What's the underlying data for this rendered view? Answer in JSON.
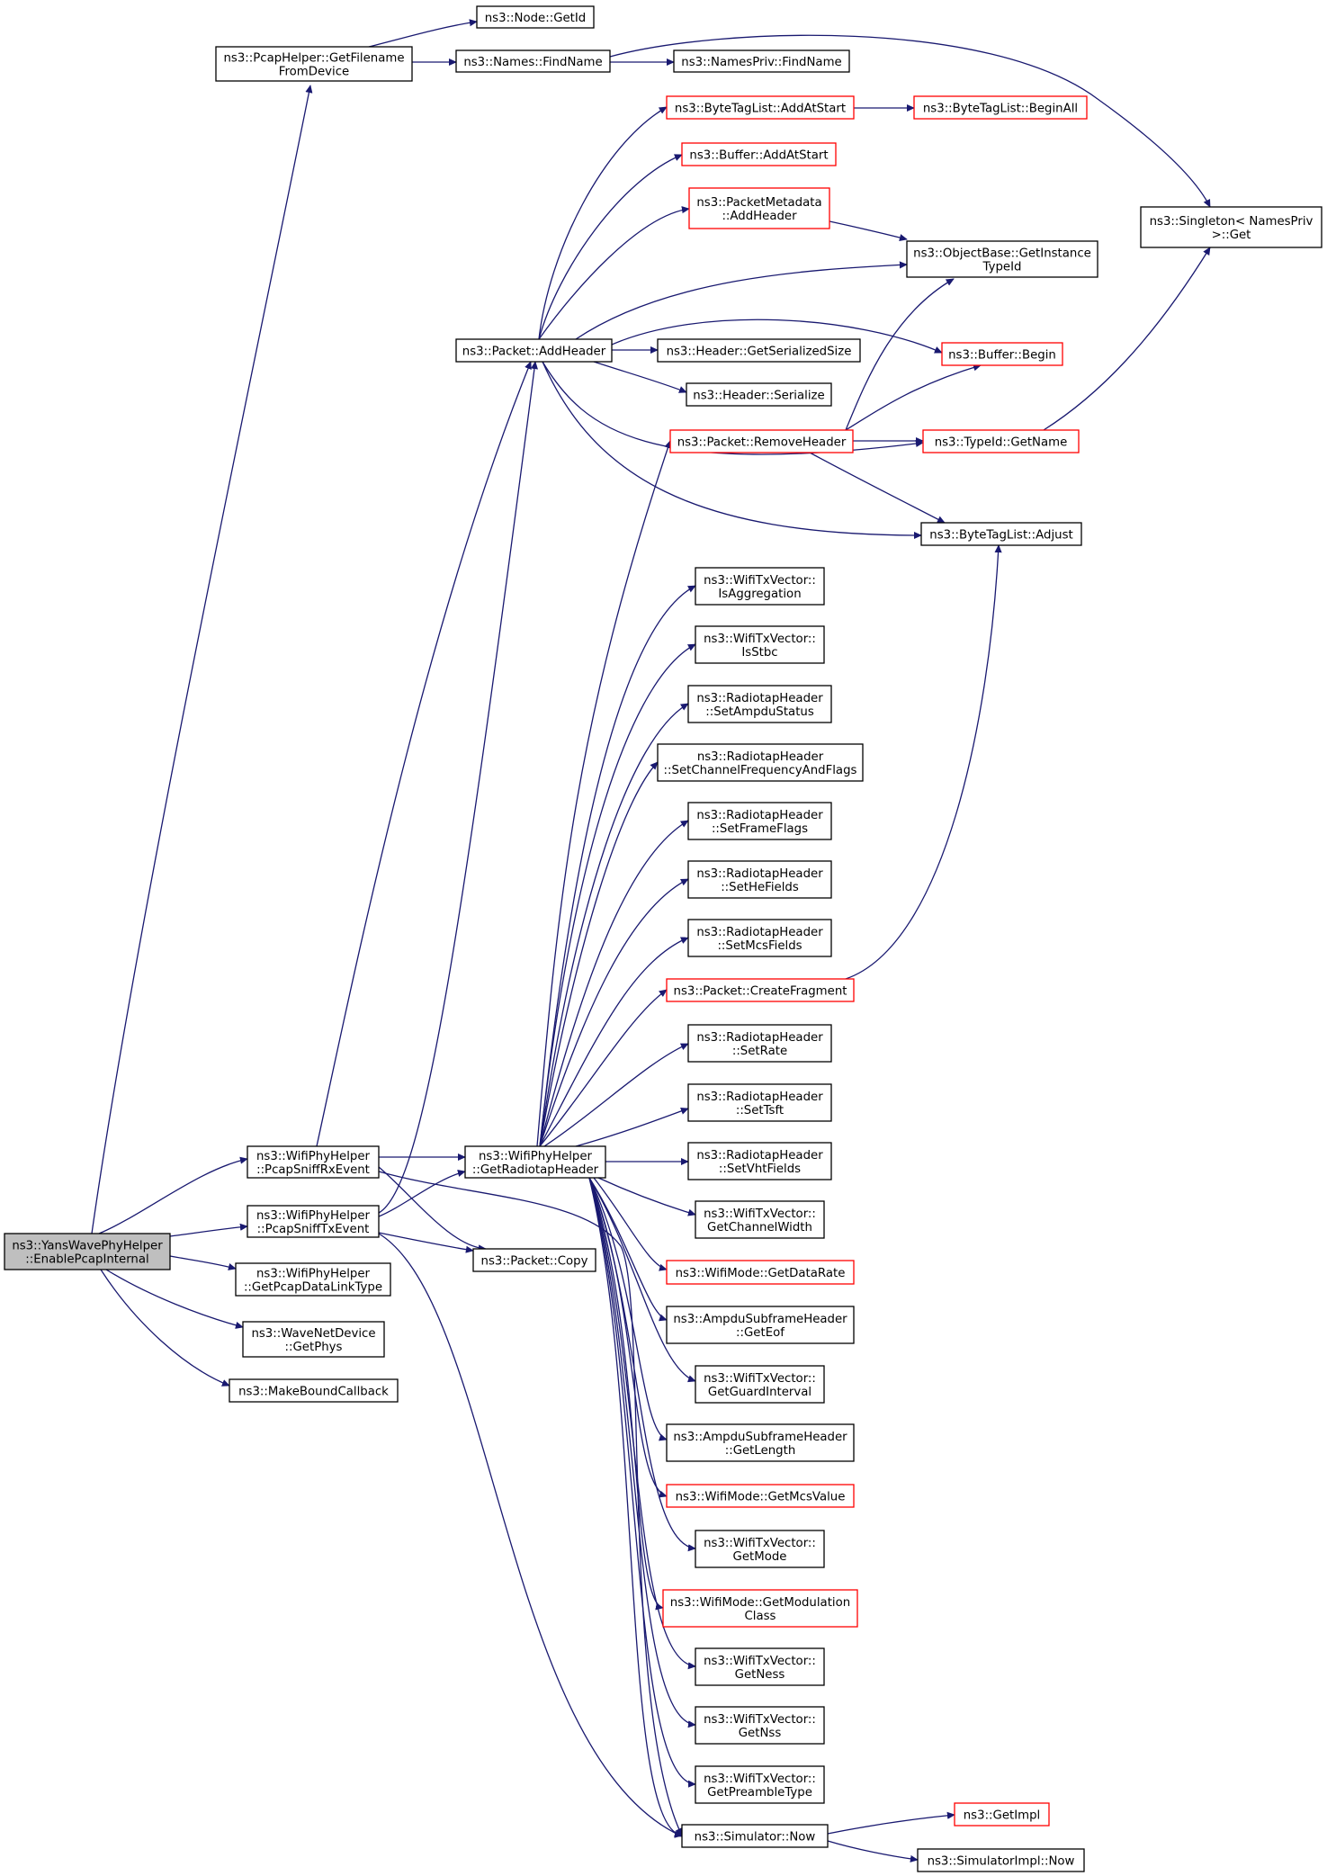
{
  "diagram": {
    "nodes": [
      {
        "id": "root",
        "lines": [
          "ns3::YansWavePhyHelper",
          "::EnablePcapInternal"
        ],
        "highlight": true
      },
      {
        "id": "getfilename",
        "lines": [
          "ns3::PcapHelper::GetFilename",
          "FromDevice"
        ]
      },
      {
        "id": "getid",
        "lines": [
          "ns3::Node::GetId"
        ]
      },
      {
        "id": "namesfind",
        "lines": [
          "ns3::Names::FindName"
        ]
      },
      {
        "id": "namesprivfind",
        "lines": [
          "ns3::NamesPriv::FindName"
        ]
      },
      {
        "id": "singletonget",
        "lines": [
          "ns3::Singleton< NamesPriv",
          ">::Get"
        ]
      },
      {
        "id": "btl_addatstart",
        "lines": [
          "ns3::ByteTagList::AddAtStart"
        ],
        "red": true
      },
      {
        "id": "btl_beginall",
        "lines": [
          "ns3::ByteTagList::BeginAll"
        ],
        "red": true
      },
      {
        "id": "buf_addatstart",
        "lines": [
          "ns3::Buffer::AddAtStart"
        ],
        "red": true
      },
      {
        "id": "pm_addheader",
        "lines": [
          "ns3::PacketMetadata",
          "::AddHeader"
        ],
        "red": true
      },
      {
        "id": "getinstancetypeid",
        "lines": [
          "ns3::ObjectBase::GetInstance",
          "TypeId"
        ]
      },
      {
        "id": "pkt_addheader",
        "lines": [
          "ns3::Packet::AddHeader"
        ]
      },
      {
        "id": "getserializedsize",
        "lines": [
          "ns3::Header::GetSerializedSize"
        ]
      },
      {
        "id": "buf_begin",
        "lines": [
          "ns3::Buffer::Begin"
        ],
        "red": true
      },
      {
        "id": "hdr_serialize",
        "lines": [
          "ns3::Header::Serialize"
        ]
      },
      {
        "id": "removeheader",
        "lines": [
          "ns3::Packet::RemoveHeader"
        ],
        "red": true
      },
      {
        "id": "typeid_getname",
        "lines": [
          "ns3::TypeId::GetName"
        ],
        "red": true
      },
      {
        "id": "btl_adjust",
        "lines": [
          "ns3::ByteTagList::Adjust"
        ]
      },
      {
        "id": "isaggregation",
        "lines": [
          "ns3::WifiTxVector::",
          "IsAggregation"
        ]
      },
      {
        "id": "isstbc",
        "lines": [
          "ns3::WifiTxVector::",
          "IsStbc"
        ]
      },
      {
        "id": "setampdustatus",
        "lines": [
          "ns3::RadiotapHeader",
          "::SetAmpduStatus"
        ]
      },
      {
        "id": "setchannelfreq",
        "lines": [
          "ns3::RadiotapHeader",
          "::SetChannelFrequencyAndFlags"
        ]
      },
      {
        "id": "setframeflags",
        "lines": [
          "ns3::RadiotapHeader",
          "::SetFrameFlags"
        ]
      },
      {
        "id": "sethefields",
        "lines": [
          "ns3::RadiotapHeader",
          "::SetHeFields"
        ]
      },
      {
        "id": "setmcsfields",
        "lines": [
          "ns3::RadiotapHeader",
          "::SetMcsFields"
        ]
      },
      {
        "id": "createfragment",
        "lines": [
          "ns3::Packet::CreateFragment"
        ],
        "red": true
      },
      {
        "id": "setrate",
        "lines": [
          "ns3::RadiotapHeader",
          "::SetRate"
        ]
      },
      {
        "id": "settsft",
        "lines": [
          "ns3::RadiotapHeader",
          "::SetTsft"
        ]
      },
      {
        "id": "setvhtfields",
        "lines": [
          "ns3::RadiotapHeader",
          "::SetVhtFields"
        ]
      },
      {
        "id": "pcapsniffrx",
        "lines": [
          "ns3::WifiPhyHelper",
          "::PcapSniffRxEvent"
        ]
      },
      {
        "id": "pcapsnifftx",
        "lines": [
          "ns3::WifiPhyHelper",
          "::PcapSniffTxEvent"
        ]
      },
      {
        "id": "getradiotap",
        "lines": [
          "ns3::WifiPhyHelper",
          "::GetRadiotapHeader"
        ]
      },
      {
        "id": "getchannelwidth",
        "lines": [
          "ns3::WifiTxVector::",
          "GetChannelWidth"
        ]
      },
      {
        "id": "packetcopy",
        "lines": [
          "ns3::Packet::Copy"
        ]
      },
      {
        "id": "getdatarate",
        "lines": [
          "ns3::WifiMode::GetDataRate"
        ],
        "red": true
      },
      {
        "id": "getpcapdlt",
        "lines": [
          "ns3::WifiPhyHelper",
          "::GetPcapDataLinkType"
        ]
      },
      {
        "id": "geteof",
        "lines": [
          "ns3::AmpduSubframeHeader",
          "::GetEof"
        ]
      },
      {
        "id": "getphys",
        "lines": [
          "ns3::WaveNetDevice",
          "::GetPhys"
        ]
      },
      {
        "id": "makebound",
        "lines": [
          "ns3::MakeBoundCallback"
        ]
      },
      {
        "id": "getguardinterval",
        "lines": [
          "ns3::WifiTxVector::",
          "GetGuardInterval"
        ]
      },
      {
        "id": "getlength",
        "lines": [
          "ns3::AmpduSubframeHeader",
          "::GetLength"
        ]
      },
      {
        "id": "getmcsvalue",
        "lines": [
          "ns3::WifiMode::GetMcsValue"
        ],
        "red": true
      },
      {
        "id": "getmode",
        "lines": [
          "ns3::WifiTxVector::",
          "GetMode"
        ]
      },
      {
        "id": "getmodclass",
        "lines": [
          "ns3::WifiMode::GetModulation",
          "Class"
        ],
        "red": true
      },
      {
        "id": "getness",
        "lines": [
          "ns3::WifiTxVector::",
          "GetNess"
        ]
      },
      {
        "id": "getnss",
        "lines": [
          "ns3::WifiTxVector::",
          "GetNss"
        ]
      },
      {
        "id": "getpreambletype",
        "lines": [
          "ns3::WifiTxVector::",
          "GetPreambleType"
        ]
      },
      {
        "id": "getimpl",
        "lines": [
          "ns3::GetImpl"
        ],
        "red": true
      },
      {
        "id": "simnow",
        "lines": [
          "ns3::Simulator::Now"
        ]
      },
      {
        "id": "simimplnow",
        "lines": [
          "ns3::SimulatorImpl::Now"
        ]
      }
    ],
    "edge_color": "#191970",
    "node_border_color": "#000000",
    "node_red_border_color": "#ff0000",
    "root_fill": "#bfbfbf"
  }
}
